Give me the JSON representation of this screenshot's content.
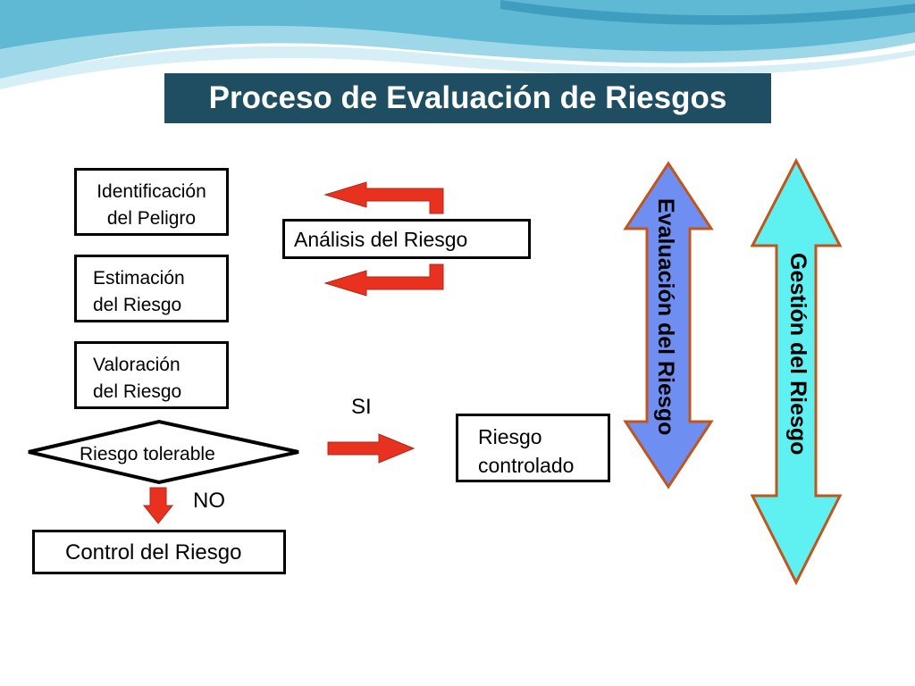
{
  "title": "Proceso de Evaluación de Riesgos",
  "boxes": {
    "identificacion": [
      "Identificación",
      "del Peligro"
    ],
    "estimacion": [
      "Estimación",
      "del Riesgo"
    ],
    "valoracion": [
      "Valoración",
      "del Riesgo"
    ],
    "analisis": "Análisis del Riesgo",
    "control": "Control del Riesgo",
    "controlado": [
      "Riesgo",
      "controlado"
    ]
  },
  "decision": {
    "label": "Riesgo tolerable",
    "yes": "SI",
    "no": "NO"
  },
  "vertical_arrows": {
    "evaluacion": "Evaluación del Riesgo",
    "gestion": "Gestión del Riesgo"
  },
  "colors": {
    "title_bg": "#1f4e63",
    "red_arrow": "#e8321f",
    "evaluacion_fill": "#6f8ef2",
    "gestion_fill": "#5ff0f2",
    "arrow_outline": "#c0561c"
  }
}
